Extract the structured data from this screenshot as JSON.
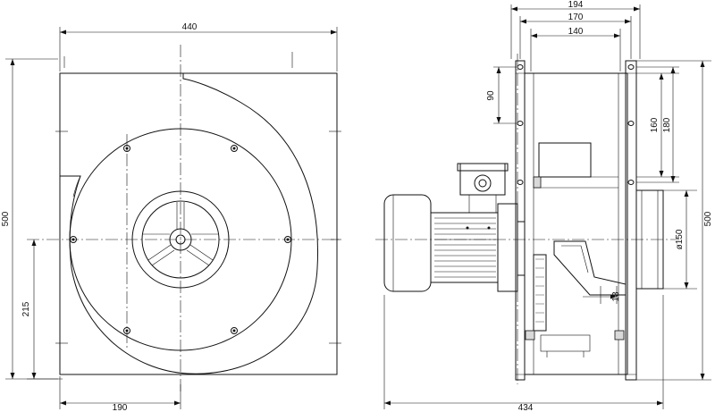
{
  "dimensions": {
    "front_width": "440",
    "front_height": "500",
    "front_center_height": "215",
    "front_center_offset": "190",
    "side_top_194": "194",
    "side_top_170": "170",
    "side_top_140": "140",
    "side_90": "90",
    "side_160": "160",
    "side_180": "180",
    "side_height": "500",
    "outlet_diameter": "ø150",
    "side_small": "18",
    "overall_length": "434"
  }
}
